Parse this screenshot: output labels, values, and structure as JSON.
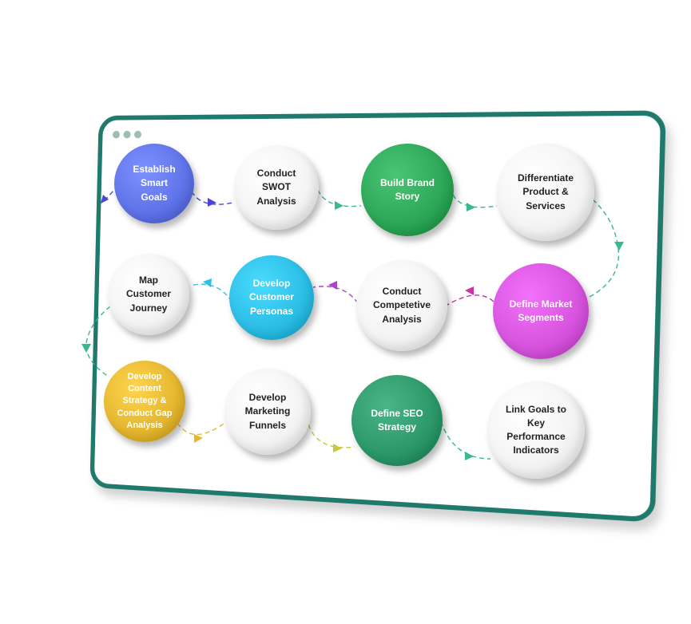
{
  "colors": {
    "frame": "#1f7a6c",
    "window_dots": "#9fbdb7",
    "blue": "#6175ea",
    "green": "#2ea859",
    "cyan": "#2dbfe6",
    "magenta": "#d855e0",
    "gold": "#e6b831",
    "teal_green": "#2e9a6c",
    "white_circle": "#f4f4f4"
  },
  "nodes": [
    {
      "id": "n1",
      "label": "Establish\nSmart\nGoals",
      "color": "#6175ea",
      "text": "light"
    },
    {
      "id": "n2",
      "label": "Conduct\nSWOT\nAnalysis",
      "color": "white",
      "text": "dark"
    },
    {
      "id": "n3",
      "label": "Build Brand\nStory",
      "color": "#2ea859",
      "text": "light"
    },
    {
      "id": "n4",
      "label": "Differentiate\nProduct &\nServices",
      "color": "white",
      "text": "dark"
    },
    {
      "id": "n5",
      "label": "Define Market\nSegments",
      "color": "#d855e0",
      "text": "light"
    },
    {
      "id": "n6",
      "label": "Conduct\nCompetetive\nAnalysis",
      "color": "white",
      "text": "dark"
    },
    {
      "id": "n7",
      "label": "Develop\nCustomer\nPersonas",
      "color": "#2dbfe6",
      "text": "light"
    },
    {
      "id": "n8",
      "label": "Map Customer\nJourney",
      "color": "white",
      "text": "dark"
    },
    {
      "id": "n9",
      "label": "Develop\nContent\nStrategy &\nConduct Gap\nAnalysis",
      "color": "#e6b831",
      "text": "light"
    },
    {
      "id": "n10",
      "label": "Develop\nMarketing\nFunnels",
      "color": "white",
      "text": "dark"
    },
    {
      "id": "n11",
      "label": "Define SEO\nStrategy",
      "color": "#2e9a6c",
      "text": "light"
    },
    {
      "id": "n12",
      "label": "Link Goals to\nKey\nPerformance\nIndicators",
      "color": "white",
      "text": "dark"
    }
  ],
  "connectors": [
    {
      "id": "c0",
      "color": "#4b46d6"
    },
    {
      "id": "c1",
      "color": "#4b46d6"
    },
    {
      "id": "c2",
      "color": "#39b98f"
    },
    {
      "id": "c3",
      "color": "#39b98f"
    },
    {
      "id": "c4",
      "color": "#39b98f"
    },
    {
      "id": "c5",
      "color": "#cf2fa8"
    },
    {
      "id": "c6",
      "color": "#b040d0"
    },
    {
      "id": "c7",
      "color": "#2dbfe6"
    },
    {
      "id": "c8",
      "color": "#39b98f"
    },
    {
      "id": "c9",
      "color": "#e6b831"
    },
    {
      "id": "c10",
      "color": "#c8c840"
    },
    {
      "id": "c11",
      "color": "#39b98f"
    }
  ]
}
